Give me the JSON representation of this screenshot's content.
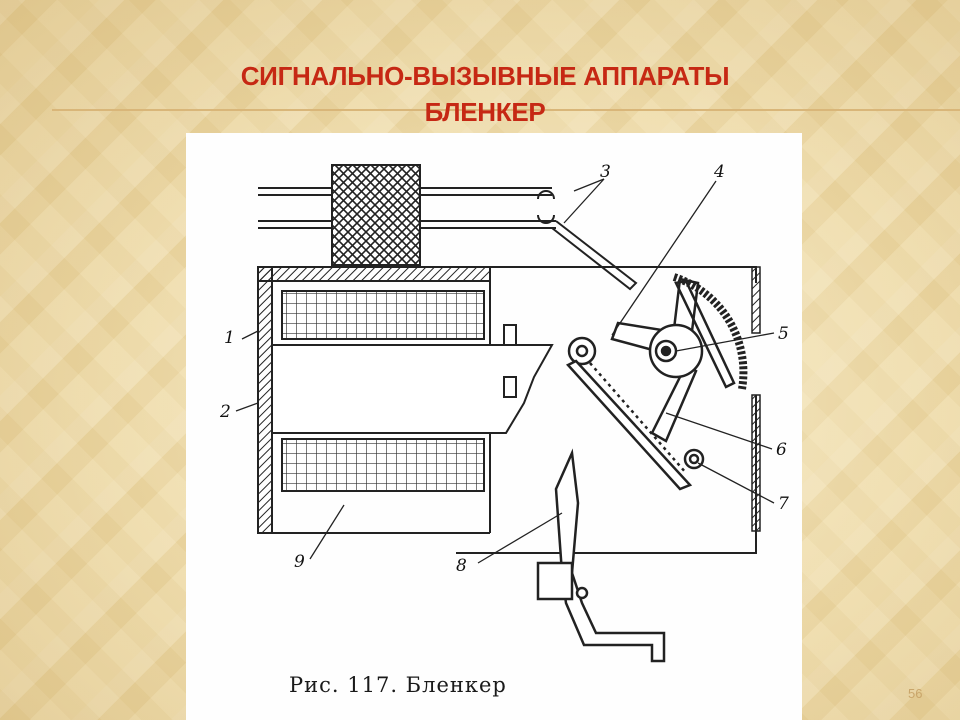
{
  "slide": {
    "title_line1": "СИГНАЛЬНО-ВЫЗЫВНЫЕ АППАРАТЫ",
    "title_line2": "БЛЕНКЕР",
    "page_number": "56"
  },
  "figure": {
    "caption": "Рис. 117. Бленкер",
    "labels": {
      "l1": "1",
      "l2": "2",
      "l3": "3",
      "l4": "4",
      "l5": "5",
      "l6": "6",
      "l7": "7",
      "l8": "8",
      "l9": "9"
    }
  }
}
